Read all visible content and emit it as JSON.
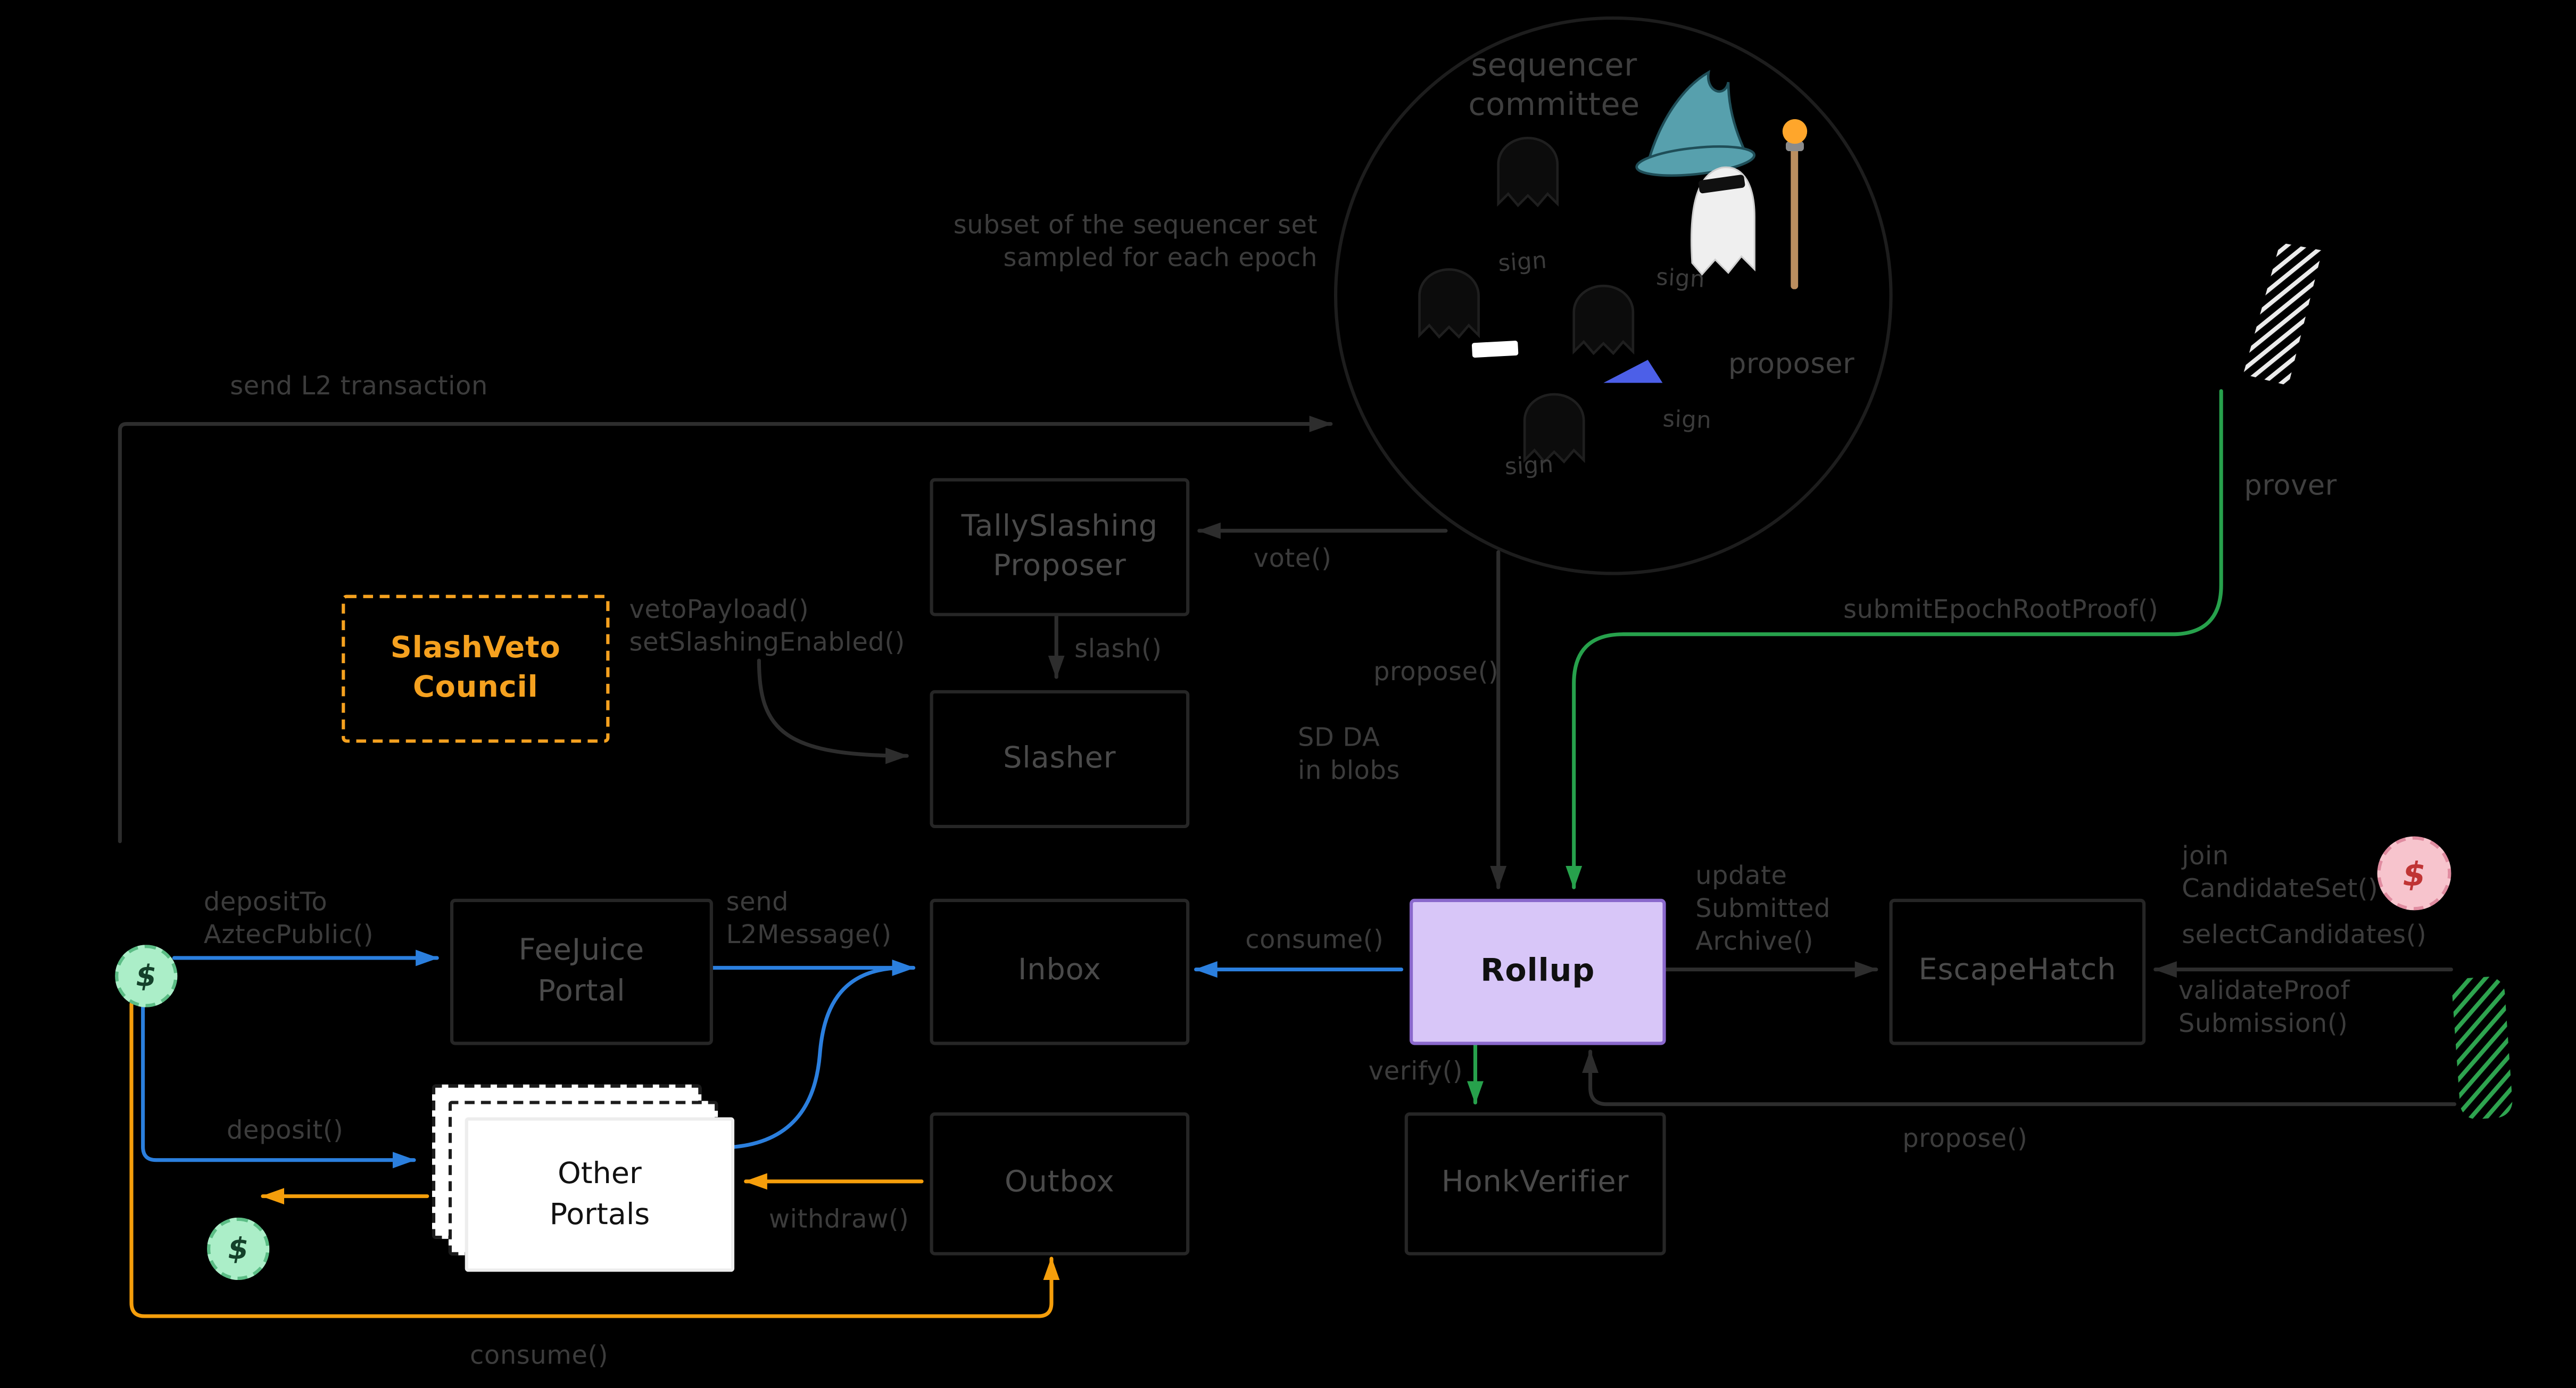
{
  "diagram": {
    "committee": {
      "title": "sequencer\ncommittee",
      "subset_note": "subset of the sequencer set\nsampled for each epoch",
      "sign_labels": [
        "sign",
        "sign",
        "sign",
        "sign"
      ],
      "proposer_label": "proposer"
    },
    "prover_label": "prover",
    "boxes": {
      "tally": "TallySlashing\nProposer",
      "slashveto": "SlashVeto\nCouncil",
      "slasher": "Slasher",
      "feejuice": "FeeJuice\nPortal",
      "inbox": "Inbox",
      "rollup": "Rollup",
      "escapehatch": "EscapeHatch",
      "honkverifier": "HonkVerifier",
      "outbox": "Outbox",
      "other_portals": "Other\nPortals"
    },
    "labels": {
      "send_l2_transaction": "send L2 transaction",
      "vote": "vote()",
      "slash": "slash()",
      "veto_payload": "vetoPayload()\nsetSlashingEnabled()",
      "propose_top": "propose()",
      "sd_da": "SD DA\nin blobs",
      "submit_epoch_root_proof": "submitEpochRootProof()",
      "deposit_to": "depositTo\nAztecPublic()",
      "send_l2_message": "send\nL2Message()",
      "consume_inbox": "consume()",
      "update_submitted_archive": "update\nSubmitted\nArchive()",
      "join_candidate_set": "join\nCandidateSet()",
      "select_candidates": "selectCandidates()",
      "validate_proof_submission": "validateProof\nSubmission()",
      "verify": "verify()",
      "propose_bottom": "propose()",
      "deposit": "deposit()",
      "withdraw": "withdraw()",
      "consume_outbox": "consume()"
    },
    "coins": {
      "left": "$",
      "bottom": "$",
      "right": "$"
    },
    "colors": {
      "blue": "#2b7fde",
      "orange": "#f59e0b",
      "green": "#27a14c",
      "purple_fill": "#d8c6f8",
      "council_orange": "#f5a11f"
    }
  }
}
